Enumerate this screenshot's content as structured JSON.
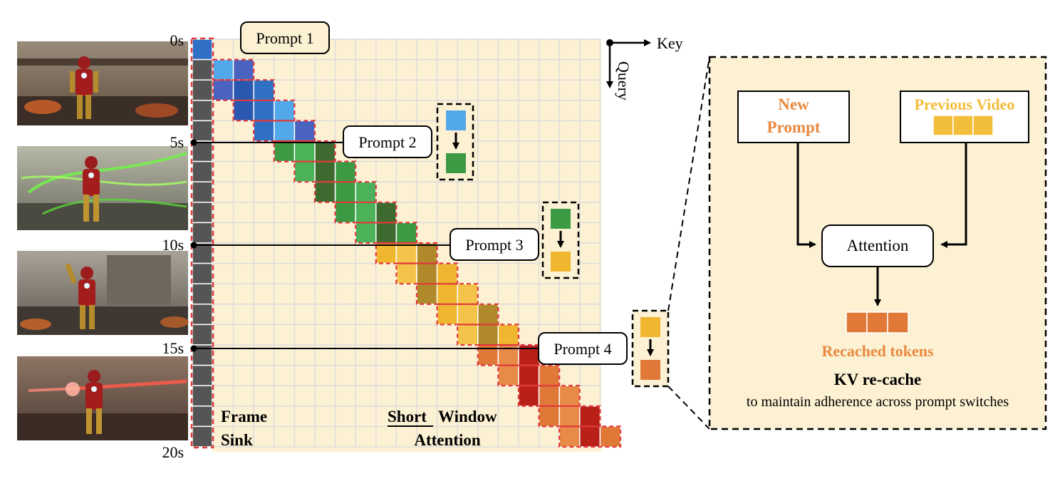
{
  "time_labels": [
    "0s",
    "5s",
    "10s",
    "15s",
    "20s"
  ],
  "axes": {
    "key": "Key",
    "query": "Query"
  },
  "prompts": [
    "Prompt 1",
    "Prompt 2",
    "Prompt 3",
    "Prompt 4"
  ],
  "labels": {
    "frame": "Frame",
    "sink": "Sink",
    "short": "Short",
    "window": "Window",
    "attention": "Attention"
  },
  "grid": {
    "rows": 20,
    "cols": 19,
    "sink_rows": 20,
    "segments": [
      {
        "prompt": "Prompt 1",
        "rows": [
          0,
          4
        ],
        "colors": [
          "#2f6fc4",
          "#52a8e8",
          "#4b63c0",
          "#2a57b0"
        ]
      },
      {
        "prompt": "Prompt 2",
        "rows": [
          5,
          9
        ],
        "colors": [
          "#3c9a45",
          "#4cb25a",
          "#3e6a2f"
        ]
      },
      {
        "prompt": "Prompt 3",
        "rows": [
          10,
          14
        ],
        "colors": [
          "#f0b630",
          "#f4c44a",
          "#b08a2a"
        ]
      },
      {
        "prompt": "Prompt 4",
        "rows": [
          15,
          19
        ],
        "colors": [
          "#e07838",
          "#e88a48",
          "#b82018"
        ]
      }
    ]
  },
  "panel": {
    "new_prompt": [
      "New",
      "Prompt"
    ],
    "previous_video": "Previous Video",
    "attention": "Attention",
    "recached_tokens": "Recached tokens",
    "title": "KV re-cache",
    "subtitle": "to maintain adherence across prompt switches"
  },
  "colors": {
    "grid_bg": "#fdf1d3",
    "grid_line": "#dcdcdc",
    "sink": "#555555",
    "dash_red": "#e03a3a",
    "orange_text": "#e8893f",
    "yellow_text": "#f2bd3a",
    "panel_bg": "#fdf1d3"
  },
  "thumbnails": [
    "iron-man-standing-thumbnail",
    "iron-man-green-beams-thumbnail",
    "iron-man-waving-thumbnail",
    "iron-man-red-beams-thumbnail"
  ]
}
